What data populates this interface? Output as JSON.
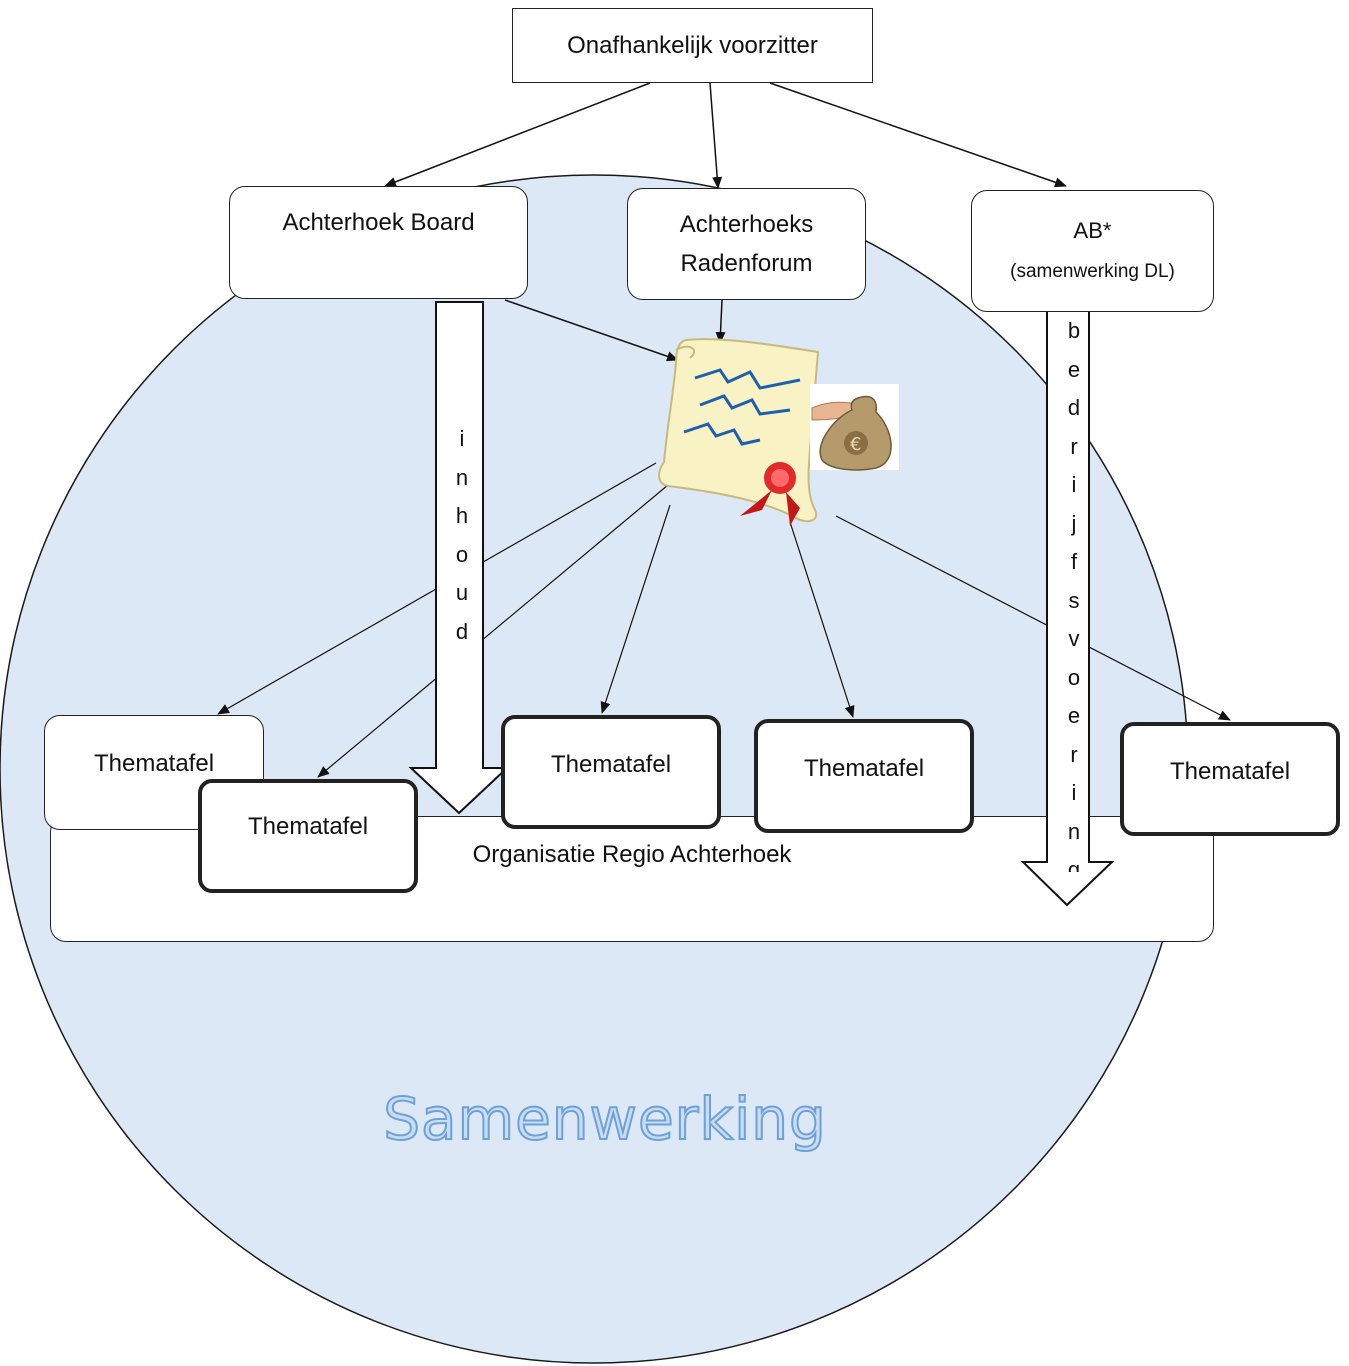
{
  "diagram": {
    "chair": "Onafhankelijk voorzitter",
    "board": "Achterhoek Board",
    "radenforum": [
      "Achterhoeks",
      "Radenforum"
    ],
    "ab": {
      "title": "AB*",
      "subtitle": "(samenwerking DL)"
    },
    "organisatie": "Organisatie Regio Achterhoek",
    "thematafels": [
      "Thematafel",
      "Thematafel",
      "Thematafel",
      "Thematafel",
      "Thematafel"
    ],
    "arrow_inhoud": [
      "i",
      "n",
      "h",
      "o",
      "u",
      "d"
    ],
    "arrow_bedrijfsvoering": [
      "b",
      "e",
      "d",
      "r",
      "i",
      "j",
      "f",
      "s",
      "v",
      "o",
      "e",
      "r",
      "i",
      "n",
      "g"
    ],
    "samenwerking": "Samenwerking"
  },
  "icons": [
    "contract-scroll-icon",
    "money-bag-icon"
  ],
  "colors": {
    "circle_fill": "#dce8f5",
    "circle_stroke": "#1a1a1a",
    "title_fill": "#c9ddf2",
    "title_stroke": "#6fa0d8"
  }
}
